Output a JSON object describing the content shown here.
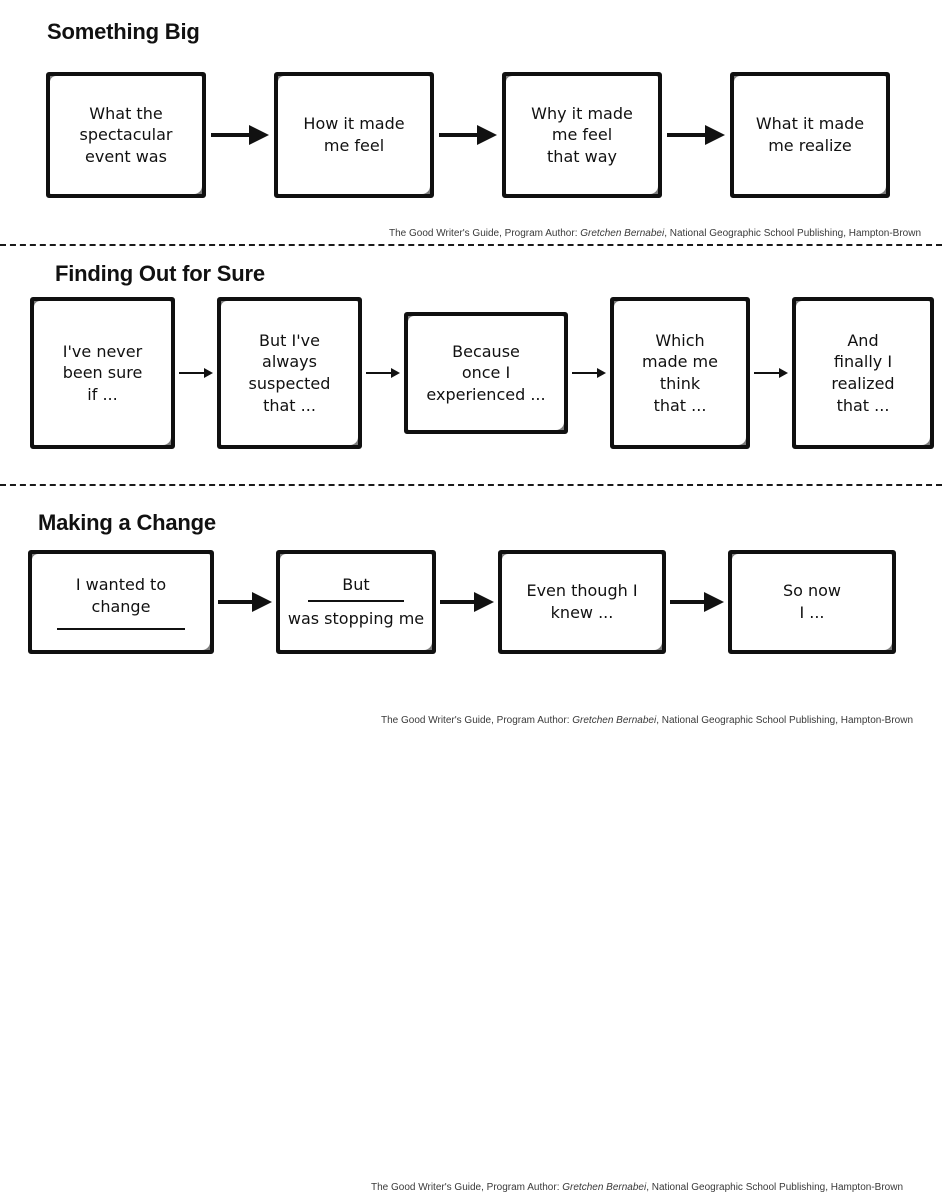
{
  "document": {
    "attribution_prefix": "The Good Writer's Guide, Program Author: ",
    "attribution_author": "Gretchen Bernabei",
    "attribution_suffix": ", National Geographic School Publishing, Hampton-Brown",
    "ink_color": "#111111",
    "background_color": "#ffffff",
    "attribution_color": "#3a3a3a"
  },
  "sections": [
    {
      "title": "Something Big",
      "boxes": [
        {
          "text": "What the\nspectacular\nevent was",
          "blank_line": null
        },
        {
          "text": "How it made\nme feel",
          "blank_line": null
        },
        {
          "text": "Why it made\nme feel\nthat way",
          "blank_line": null
        },
        {
          "text": "What it made\nme realize",
          "blank_line": null
        }
      ],
      "arrow_style": "thick",
      "attribution_visible": true
    },
    {
      "title": "Finding Out for Sure",
      "boxes": [
        {
          "text": "I've never\nbeen sure\nif ...",
          "blank_line": null
        },
        {
          "text": "But I've\nalways\nsuspected\nthat ...",
          "blank_line": null
        },
        {
          "text": "Because\nonce I\nexperienced ...",
          "blank_line": null
        },
        {
          "text": "Which\nmade me\nthink\nthat ...",
          "blank_line": null
        },
        {
          "text": "And\nfinally I\nrealized\nthat ...",
          "blank_line": null
        }
      ],
      "arrow_style": "thin",
      "attribution_visible": true
    },
    {
      "title": "Making a Change",
      "boxes": [
        {
          "text": "I wanted to\nchange",
          "blank_line": "below"
        },
        {
          "text_before": "But",
          "text": "was stopping me",
          "blank_line": "between"
        },
        {
          "text": "Even though I\nknew ...",
          "blank_line": null
        },
        {
          "text": "So now\nI ...",
          "blank_line": null
        }
      ],
      "arrow_style": "thick",
      "attribution_visible": true
    }
  ]
}
